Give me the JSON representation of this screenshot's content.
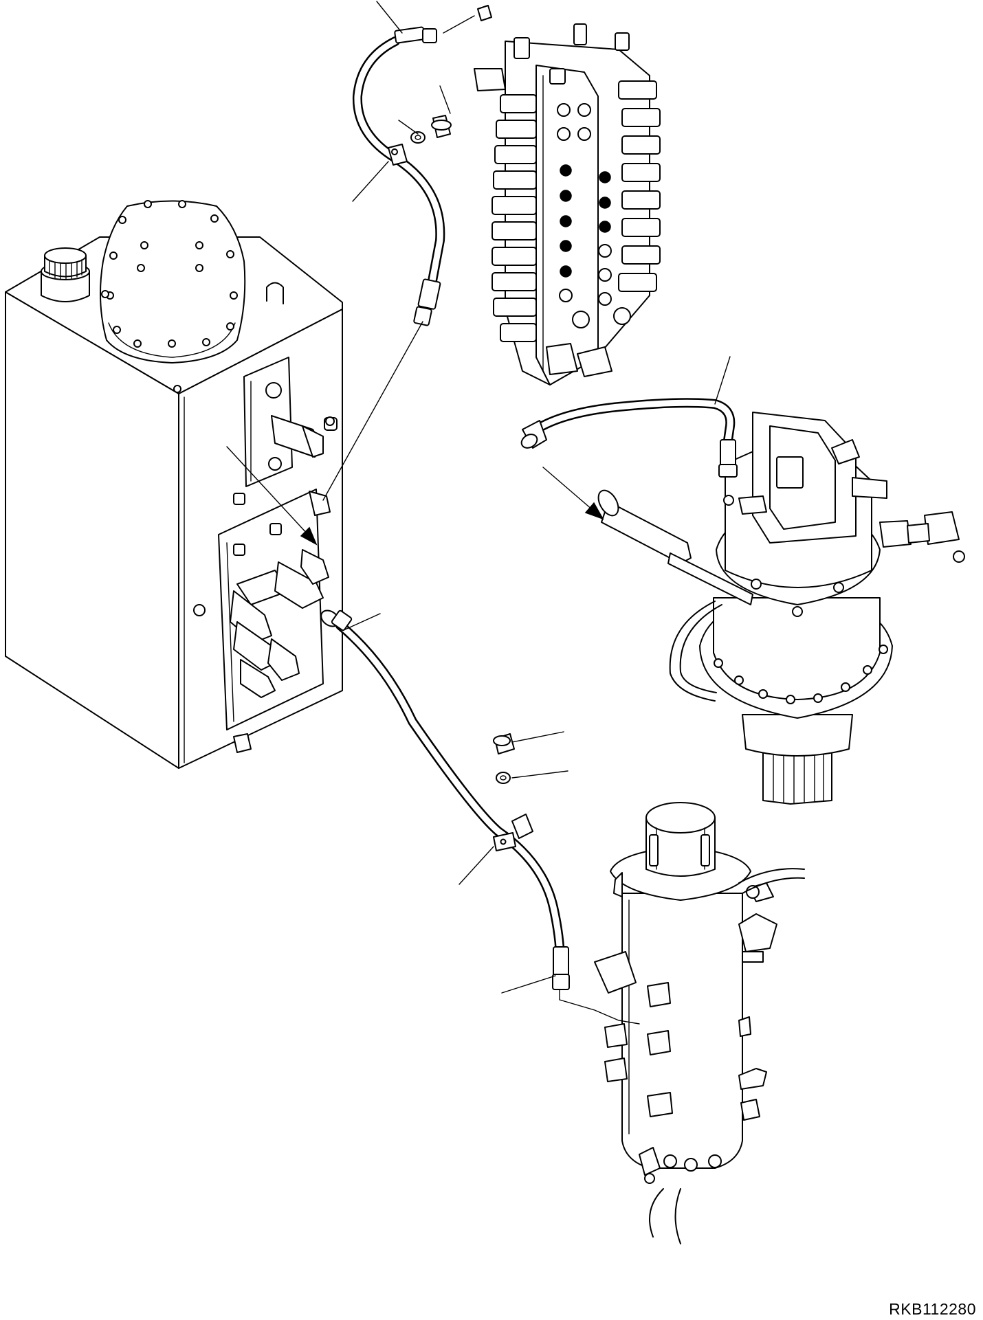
{
  "drawing": {
    "code": "RKB112280",
    "components": [
      "hydraulic-tank",
      "control-valve",
      "swing-motor",
      "swivel-joint",
      "drain-hose-upper",
      "drain-hose-lower",
      "swing-motor-drain-hose"
    ]
  }
}
